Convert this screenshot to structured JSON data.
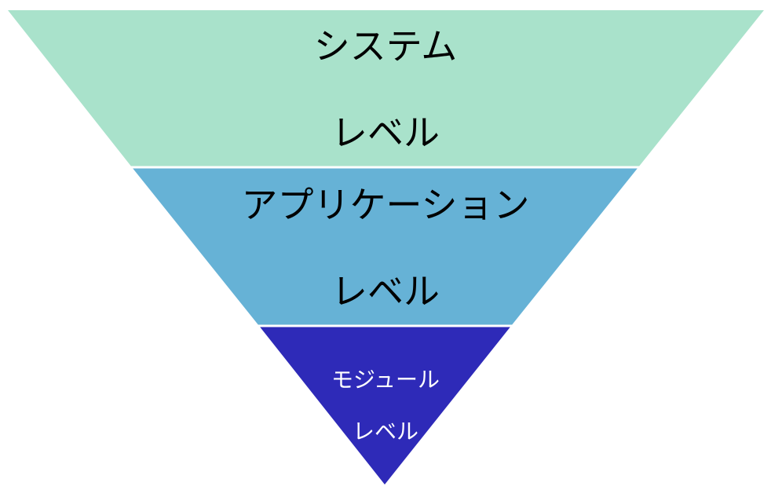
{
  "diagram": {
    "type": "inverted-pyramid",
    "layers": [
      {
        "line1": "システム",
        "line2": "レベル",
        "fill": "#a9e2cb",
        "text_color": "#000000"
      },
      {
        "line1": "アプリケーション",
        "line2": "レベル",
        "fill": "#66b2d6",
        "text_color": "#000000"
      },
      {
        "line1": "モジュール",
        "line2": "レベル",
        "fill": "#2e2ab8",
        "text_color": "#ffffff"
      }
    ],
    "divider_color": "#ffffff"
  }
}
